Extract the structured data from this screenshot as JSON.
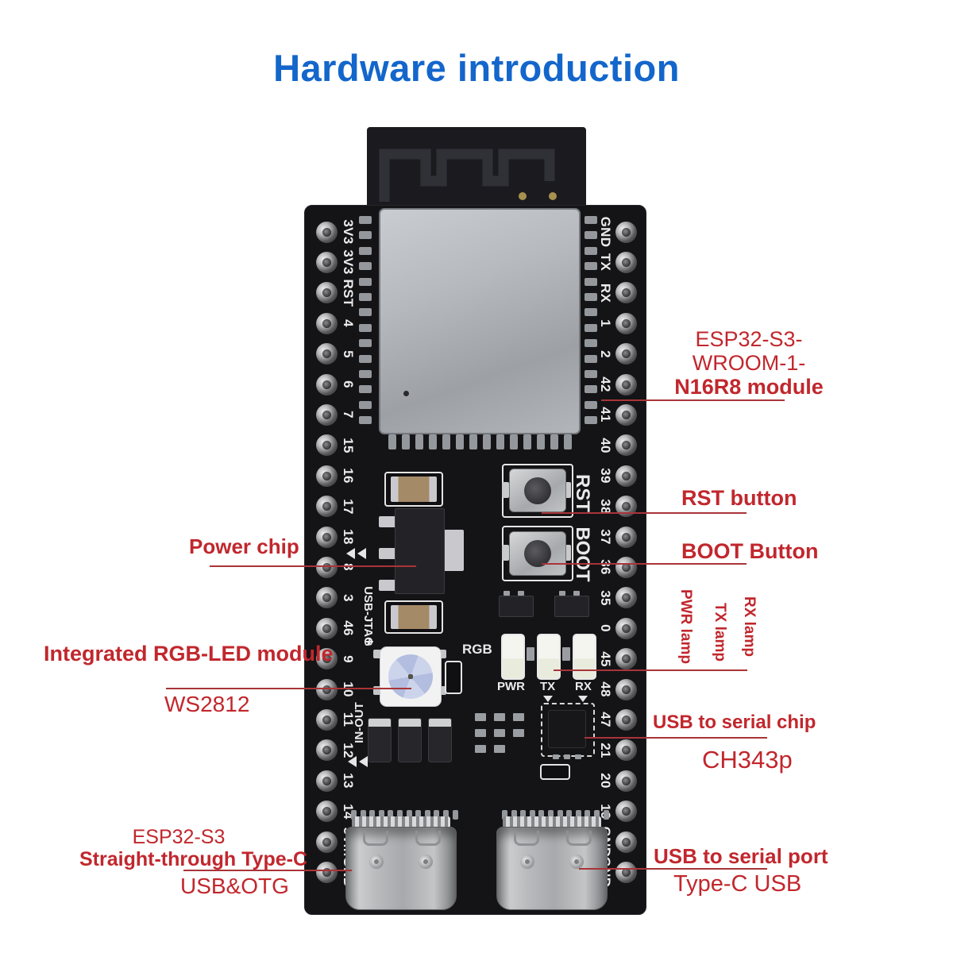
{
  "title": "Hardware introduction",
  "board": {
    "left_pins": [
      "3V3",
      "3V3",
      "RST",
      "4",
      "5",
      "6",
      "7",
      "15",
      "16",
      "17",
      "18",
      "8",
      "3",
      "46",
      "9",
      "10",
      "11",
      "12",
      "13",
      "14",
      "5Vin",
      "GND"
    ],
    "right_pins": [
      "GND",
      "TX",
      "RX",
      "1",
      "2",
      "42",
      "41",
      "40",
      "39",
      "38",
      "37",
      "36",
      "35",
      "0",
      "45",
      "48",
      "47",
      "21",
      "20",
      "19",
      "GND",
      "GND"
    ],
    "silkscreen": {
      "rst": "RST",
      "boot": "BOOT",
      "rgb": "RGB",
      "pwr": "PWR",
      "tx": "TX",
      "rx": "RX",
      "usb_jtag": "USB-JTAG",
      "in_out": "IN-OUT",
      "plus": "+"
    }
  },
  "annotations": {
    "module_line1": "ESP32-S3-",
    "module_line2": "WROOM-1-",
    "module_line3": "N16R8 module",
    "rst_button": "RST button",
    "boot_button": "BOOT Button",
    "pwr_lamp": "PWR lamp",
    "tx_lamp": "TX lamp",
    "rx_lamp": "RX lamp",
    "usb_serial_chip": "USB to serial chip",
    "usb_serial_chip_sub": "CH343p",
    "usb_serial_port": "USB to serial port",
    "usb_serial_port_sub": "Type-C USB",
    "power_chip": "Power chip",
    "rgb_module": "Integrated RGB-LED module",
    "rgb_module_sub": "WS2812",
    "left_usb_line1": "ESP32-S3",
    "left_usb_line2": "Straight-through Type-C",
    "left_usb_sub": "USB&OTG"
  },
  "colors": {
    "title_blue": "#1366cb",
    "annotation_red": "#c1272d",
    "line_red": "#a93438",
    "pcb_black": "#141417"
  }
}
